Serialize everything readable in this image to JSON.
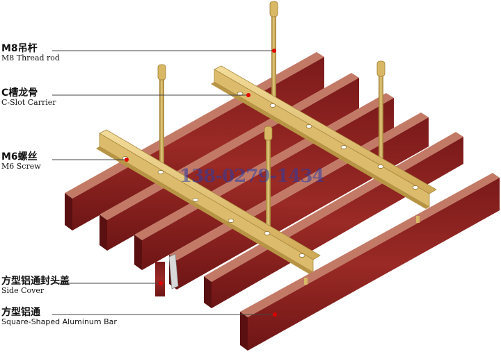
{
  "labels": {
    "thread_rod": {
      "zh": "M8吊杆",
      "en": "M8 Thread rod"
    },
    "c_carrier": {
      "zh": "C槽龙骨",
      "en": "C-Slot Carrier"
    },
    "screw": {
      "zh": "M6螺丝",
      "en": "M6 Screw"
    },
    "side_cover": {
      "zh": "方型铝通封头盖",
      "en": "Side Cover"
    },
    "bar": {
      "zh": "方型铝通",
      "en": "Square-Shaped Aluminum Bar"
    }
  },
  "watermark": "138-0279-1434",
  "colors": {
    "wood_front": "#8a1f1f",
    "wood_top": "#c06a5a",
    "carrier_gold": "#e6c77a",
    "carrier_dark": "#b89545",
    "rod": "#c9a24a",
    "marker": "#e00000",
    "leader": "#444444"
  }
}
